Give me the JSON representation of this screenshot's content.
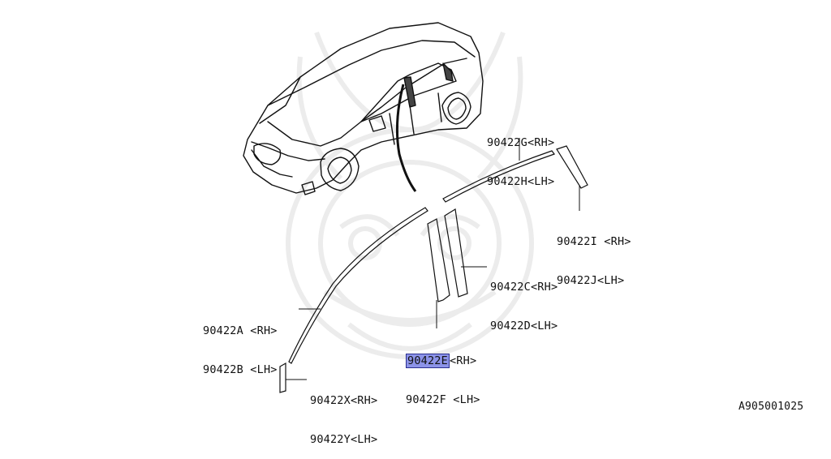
{
  "callouts": [
    {
      "id": "g",
      "rh": "90422G<RH>",
      "lh": "90422H<LH>"
    },
    {
      "id": "i",
      "rh": "90422I <RH>",
      "lh": "90422J<LH>"
    },
    {
      "id": "c",
      "rh": "90422C<RH>",
      "lh": "90422D<LH>"
    },
    {
      "id": "a",
      "rh": "90422A <RH>",
      "lh": "90422B <LH>"
    },
    {
      "id": "e",
      "rh_code": "90422E",
      "rh_side": "<RH>",
      "lh": "90422F <LH>",
      "highlighted": true
    },
    {
      "id": "x",
      "rh": "90422X<RH>",
      "lh": "90422Y<LH>"
    }
  ],
  "diagram_code": "A905001025",
  "colors": {
    "highlight": "#8c93e8",
    "line": "#111111",
    "watermark": "#eeeeee"
  }
}
